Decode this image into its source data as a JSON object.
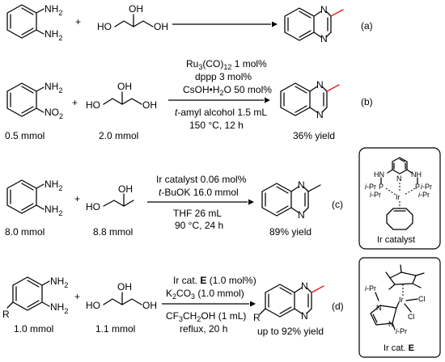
{
  "reactions": [
    {
      "tag": "(a)",
      "reagent1": {
        "groups": [
          "NH",
          "2",
          "NH",
          "2"
        ]
      },
      "reagent2": {
        "groups": [
          "HO",
          "OH",
          "OH"
        ]
      },
      "plus": "+"
    },
    {
      "tag": "(b)",
      "reagent1": {
        "groups": [
          "NH",
          "2",
          "NO",
          "2"
        ],
        "amount": "0.5 mmol"
      },
      "reagent2": {
        "groups": [
          "HO",
          "OH",
          "OH"
        ],
        "amount": "2.0 mmol"
      },
      "plus": "+",
      "conditions_above": [
        "Ru",
        "3",
        "(CO)",
        "12",
        " 1 mol%",
        "dppp 3 mol%",
        "CsOH",
        "•",
        "H",
        "2",
        "O 50 mol%"
      ],
      "conditions_below": [
        "t",
        "-amyl alcohol 1.5 mL",
        "150 °C, 12 h"
      ],
      "product_atoms": [
        "N",
        "N"
      ],
      "yield": "36% yield"
    },
    {
      "tag": "(c)",
      "reagent1": {
        "groups": [
          "NH",
          "2",
          "NH",
          "2"
        ],
        "amount": "8.0 mmol"
      },
      "reagent2": {
        "groups": [
          "HO",
          "OH"
        ],
        "amount": "8.8 mmol"
      },
      "plus": "+",
      "conditions_above": [
        "Ir catalyst 0.06 mol%",
        "t",
        "-BuOK 16.0 mmol"
      ],
      "conditions_below": [
        "THF 26 mL",
        "90 °C, 24 h"
      ],
      "product_atoms": [
        "N",
        "N"
      ],
      "yield": "89% yield"
    },
    {
      "tag": "(d)",
      "reagent1": {
        "groups": [
          "NH",
          "2",
          "NH",
          "2",
          "R"
        ],
        "amount": "1.0 mmol"
      },
      "reagent2": {
        "groups": [
          "HO",
          "OH",
          "OH"
        ],
        "amount": "1.1 mmol"
      },
      "plus": "+",
      "conditions_above": [
        "Ir cat. ",
        "E",
        " (1.0 mol%)",
        "K",
        "2",
        "CO",
        "3",
        " (1.0 mmol)"
      ],
      "conditions_below": [
        "CF",
        "3",
        "CH",
        "2",
        "OH (1 mL)",
        "reflux, 20 h"
      ],
      "product_atoms": [
        "N",
        "N",
        "R"
      ],
      "yield": "up to 92% yield"
    }
  ],
  "catalyst_c": {
    "atoms": [
      "HN",
      "N",
      "NH",
      "P",
      "P",
      "Ir"
    ],
    "substituents": [
      "i",
      "-Pr",
      "i",
      "-Pr",
      "i",
      "-Pr",
      "i",
      "-Pr"
    ],
    "caption": "Ir catalyst"
  },
  "catalyst_d": {
    "atoms": [
      "Ir",
      "N",
      "N",
      "Cl",
      "Cl"
    ],
    "substituents": [
      "i",
      "-Pr",
      "i",
      "-Pr"
    ],
    "caption": [
      "Ir cat. ",
      "E"
    ]
  },
  "colors": {
    "highlight_bond": "#d8201f",
    "ink": "#000000"
  }
}
